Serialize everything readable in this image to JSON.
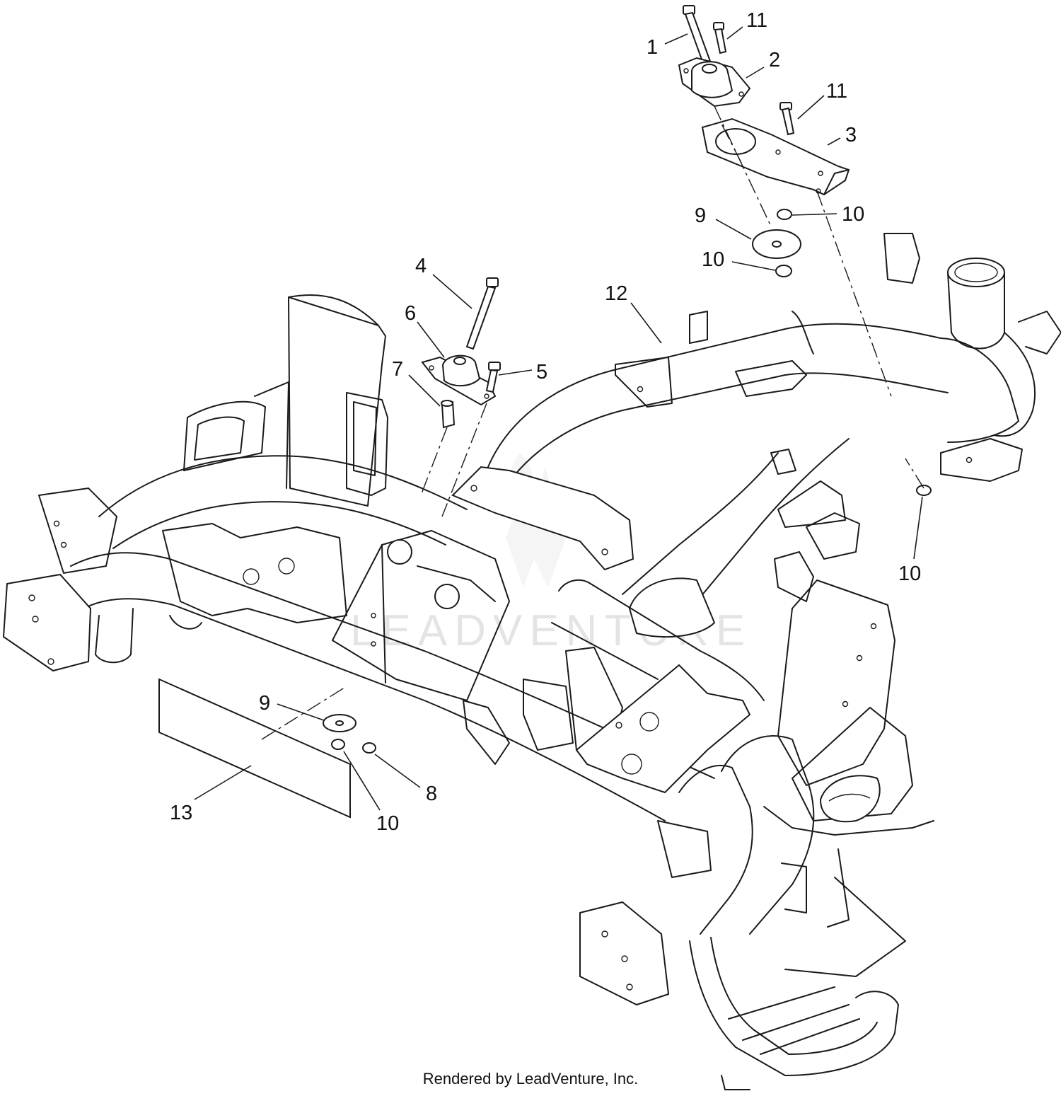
{
  "diagram": {
    "callouts": [
      {
        "label": "1"
      },
      {
        "label": "11"
      },
      {
        "label": "2"
      },
      {
        "label": "11"
      },
      {
        "label": "3"
      },
      {
        "label": "10"
      },
      {
        "label": "9"
      },
      {
        "label": "10"
      },
      {
        "label": "4"
      },
      {
        "label": "6"
      },
      {
        "label": "7"
      },
      {
        "label": "5"
      },
      {
        "label": "12"
      },
      {
        "label": "10"
      },
      {
        "label": "9"
      },
      {
        "label": "8"
      },
      {
        "label": "10"
      },
      {
        "label": "13"
      }
    ],
    "watermark": "LEADVENTURE"
  },
  "footer": {
    "credit": "Rendered by LeadVenture, Inc."
  },
  "colors": {
    "line": "#1a1a1a",
    "background": "#ffffff",
    "watermark": "#e4e4e4"
  }
}
